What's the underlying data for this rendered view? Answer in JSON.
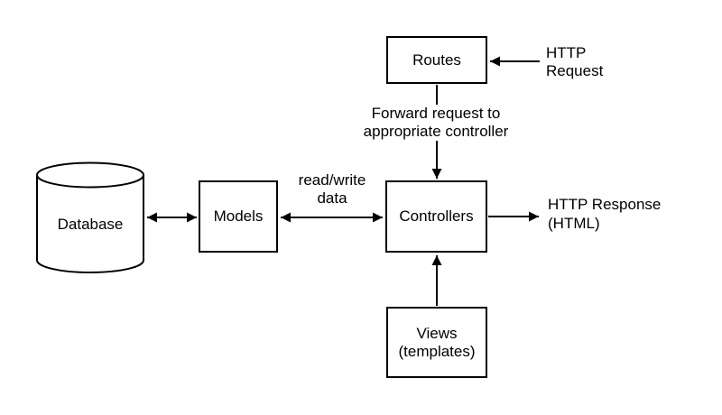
{
  "diagram": {
    "nodes": {
      "routes": {
        "label": "Routes"
      },
      "database": {
        "label": "Database"
      },
      "models": {
        "label": "Models"
      },
      "controllers": {
        "label": "Controllers"
      },
      "views": {
        "label_line1": "Views",
        "label_line2": "(templates)"
      }
    },
    "labels": {
      "http_request": {
        "line1": "HTTP",
        "line2": "Request"
      },
      "forward": {
        "line1": "Forward request to",
        "line2": "appropriate controller"
      },
      "read_write": {
        "line1": "read/write",
        "line2": "data"
      },
      "http_response": {
        "line1": "HTTP Response",
        "line2": "(HTML)"
      }
    },
    "edges": [
      {
        "name": "http-request-to-routes",
        "from": "HTTP Request",
        "to": "Routes",
        "direction": "one-way"
      },
      {
        "name": "routes-to-controllers",
        "from": "Routes",
        "to": "Controllers",
        "direction": "one-way",
        "label": "Forward request to appropriate controller"
      },
      {
        "name": "database-models",
        "from": "Database",
        "to": "Models",
        "direction": "two-way"
      },
      {
        "name": "models-controllers",
        "from": "Models",
        "to": "Controllers",
        "direction": "two-way",
        "label": "read/write data"
      },
      {
        "name": "controllers-to-response",
        "from": "Controllers",
        "to": "HTTP Response (HTML)",
        "direction": "one-way"
      },
      {
        "name": "views-to-controllers",
        "from": "Views",
        "to": "Controllers",
        "direction": "one-way"
      }
    ],
    "colors": {
      "stroke": "#000000",
      "background": "#ffffff",
      "box_fill": "#ffffff"
    }
  }
}
